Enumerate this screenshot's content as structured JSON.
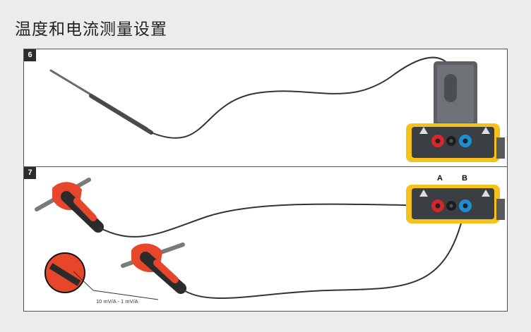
{
  "page": {
    "title": "温度和电流测量设置"
  },
  "panels": [
    {
      "step": "6"
    },
    {
      "step": "7",
      "input_a": "A",
      "input_b": "B",
      "note": "10 mV/A - 1 mV/A"
    }
  ]
}
